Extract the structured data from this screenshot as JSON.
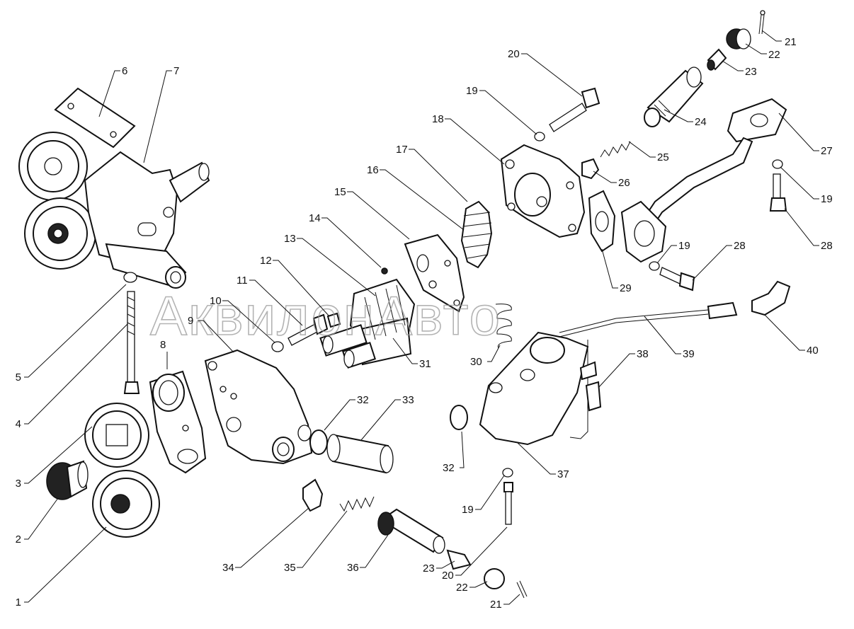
{
  "watermark": "АквилонАвто",
  "callouts": [
    {
      "id": "c1",
      "text": "1"
    },
    {
      "id": "c2",
      "text": "2"
    },
    {
      "id": "c3",
      "text": "3"
    },
    {
      "id": "c4",
      "text": "4"
    },
    {
      "id": "c5",
      "text": "5"
    },
    {
      "id": "c6",
      "text": "6"
    },
    {
      "id": "c7",
      "text": "7"
    },
    {
      "id": "c8",
      "text": "8"
    },
    {
      "id": "c9",
      "text": "9"
    },
    {
      "id": "c10",
      "text": "10"
    },
    {
      "id": "c11",
      "text": "11"
    },
    {
      "id": "c12",
      "text": "12"
    },
    {
      "id": "c13",
      "text": "13"
    },
    {
      "id": "c14",
      "text": "14"
    },
    {
      "id": "c15",
      "text": "15"
    },
    {
      "id": "c16",
      "text": "16"
    },
    {
      "id": "c17",
      "text": "17"
    },
    {
      "id": "c18",
      "text": "18"
    },
    {
      "id": "c19a",
      "text": "19"
    },
    {
      "id": "c20a",
      "text": "20"
    },
    {
      "id": "c21a",
      "text": "21"
    },
    {
      "id": "c22a",
      "text": "22"
    },
    {
      "id": "c23a",
      "text": "23"
    },
    {
      "id": "c24",
      "text": "24"
    },
    {
      "id": "c25",
      "text": "25"
    },
    {
      "id": "c26",
      "text": "26"
    },
    {
      "id": "c27",
      "text": "27"
    },
    {
      "id": "c19b",
      "text": "19"
    },
    {
      "id": "c28a",
      "text": "28"
    },
    {
      "id": "c19c",
      "text": "19"
    },
    {
      "id": "c28b",
      "text": "28"
    },
    {
      "id": "c29",
      "text": "29"
    },
    {
      "id": "c30",
      "text": "30"
    },
    {
      "id": "c31",
      "text": "31"
    },
    {
      "id": "c32a",
      "text": "32"
    },
    {
      "id": "c33",
      "text": "33"
    },
    {
      "id": "c32b",
      "text": "32"
    },
    {
      "id": "c37",
      "text": "37"
    },
    {
      "id": "c38",
      "text": "38"
    },
    {
      "id": "c39",
      "text": "39"
    },
    {
      "id": "c40",
      "text": "40"
    },
    {
      "id": "c19d",
      "text": "19"
    },
    {
      "id": "c20b",
      "text": "20"
    },
    {
      "id": "c23b",
      "text": "23"
    },
    {
      "id": "c22b",
      "text": "22"
    },
    {
      "id": "c21b",
      "text": "21"
    },
    {
      "id": "c34",
      "text": "34"
    },
    {
      "id": "c35",
      "text": "35"
    },
    {
      "id": "c36",
      "text": "36"
    }
  ]
}
